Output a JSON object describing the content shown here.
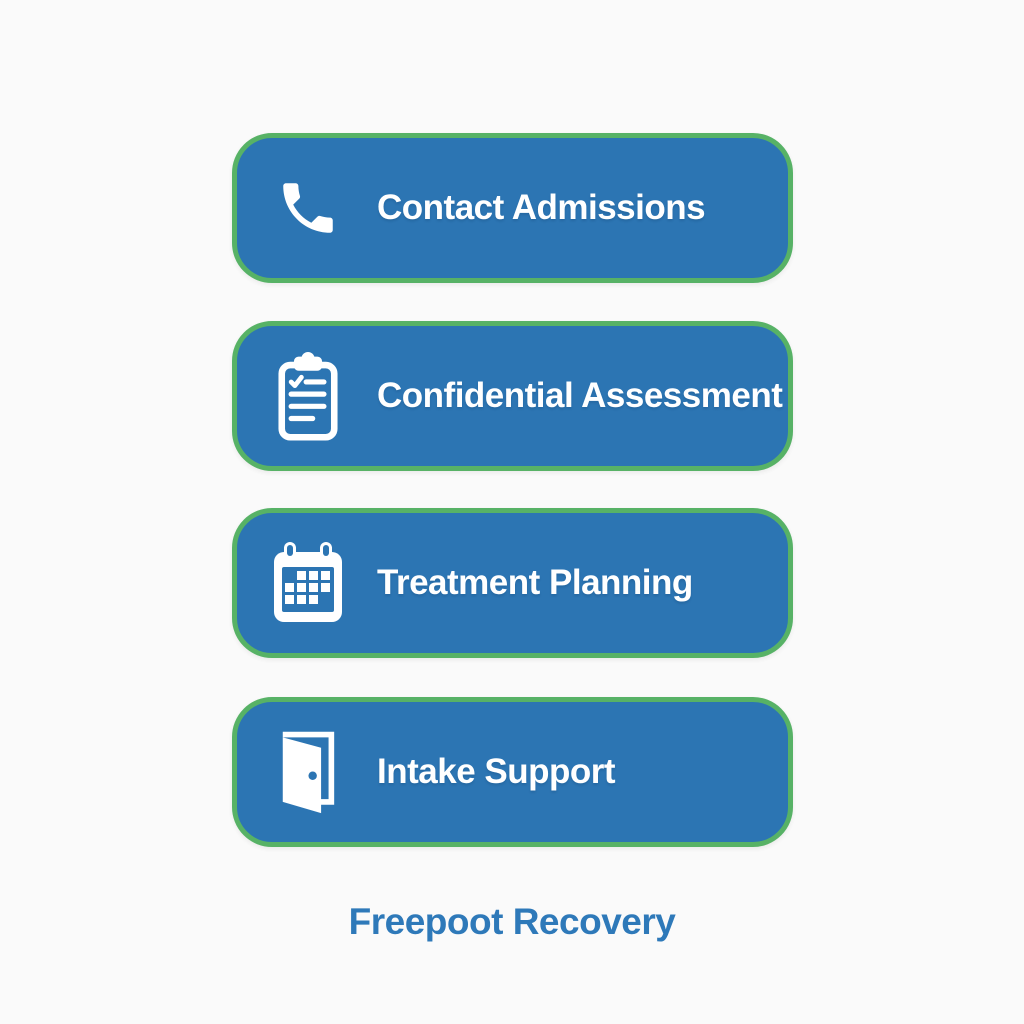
{
  "colors": {
    "background": "#fafafa",
    "button_fill": "#2c75b3",
    "button_border_green": "#57b266",
    "button_text": "#ffffff",
    "brand_text": "#2e79b9"
  },
  "buttons": [
    {
      "label": "Contact Admissions",
      "icon": "phone-icon"
    },
    {
      "label": "Confidential Assessment",
      "icon": "clipboard-checklist-icon"
    },
    {
      "label": "Treatment Planning",
      "icon": "calendar-icon"
    },
    {
      "label": "Intake Support",
      "icon": "open-door-icon"
    }
  ],
  "footer": {
    "brand": "Freepoot Recovery"
  }
}
